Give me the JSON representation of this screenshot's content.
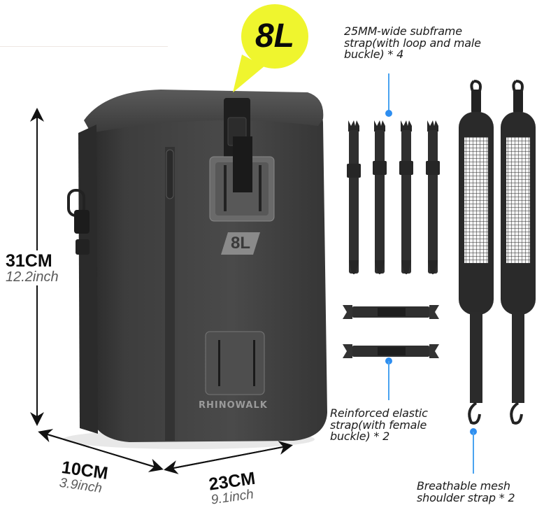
{
  "product": {
    "capacity_badge": "8L",
    "bag_capacity_label": "8L",
    "brand_text": "RHINOWALK",
    "colors": {
      "bubble": "#eff52e",
      "bag": "#3a3a3a",
      "leader_line": "#4aa3f0",
      "leader_dot": "#2e8ef0"
    }
  },
  "dimensions": {
    "height": {
      "cm": "31CM",
      "inch": "12.2inch"
    },
    "depth": {
      "cm": "10CM",
      "inch": "3.9inch"
    },
    "width": {
      "cm": "23CM",
      "inch": "9.1inch"
    }
  },
  "accessories": [
    {
      "label": "25MM-wide subframe strap(with loop and male buckle) * 4",
      "lines": [
        "25MM-wide subframe",
        "strap(with loop and male",
        "buckle) * 4"
      ]
    },
    {
      "label": "Reinforced elastic strap(with female buckle) * 2",
      "lines": [
        "Reinforced elastic",
        "strap(with female",
        "buckle) * 2"
      ]
    },
    {
      "label": "Breathable mesh shoulder strap * 2",
      "lines": [
        "Breathable mesh",
        "shoulder strap * 2"
      ]
    }
  ]
}
